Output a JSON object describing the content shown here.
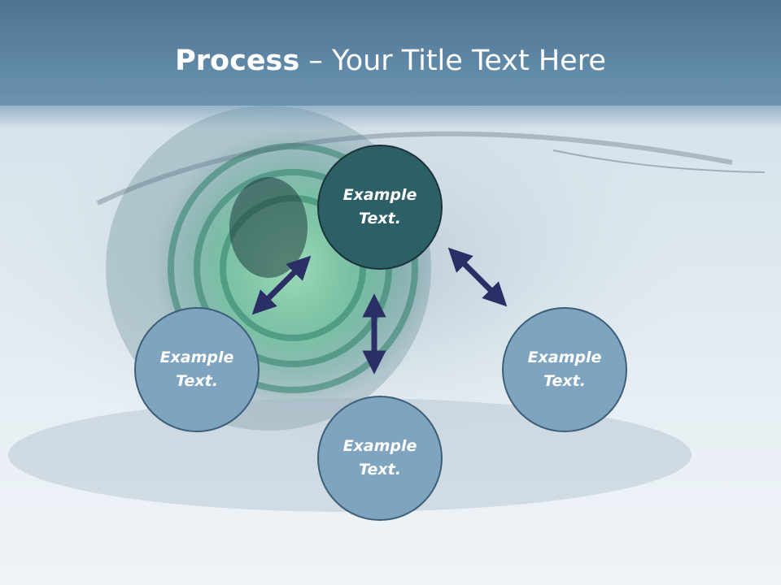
{
  "slide": {
    "title_bold": "Process",
    "title_rest": " – Your Title Text Here"
  },
  "nodes": {
    "top": "Example\nText.",
    "left": "Example\nText.",
    "bottom": "Example\nText.",
    "right": "Example\nText."
  },
  "colors": {
    "title_bar": "#5f87a6",
    "center_node": "#2d6066",
    "outer_node": "#7fa4bf",
    "arrow": "#2b2f66"
  }
}
